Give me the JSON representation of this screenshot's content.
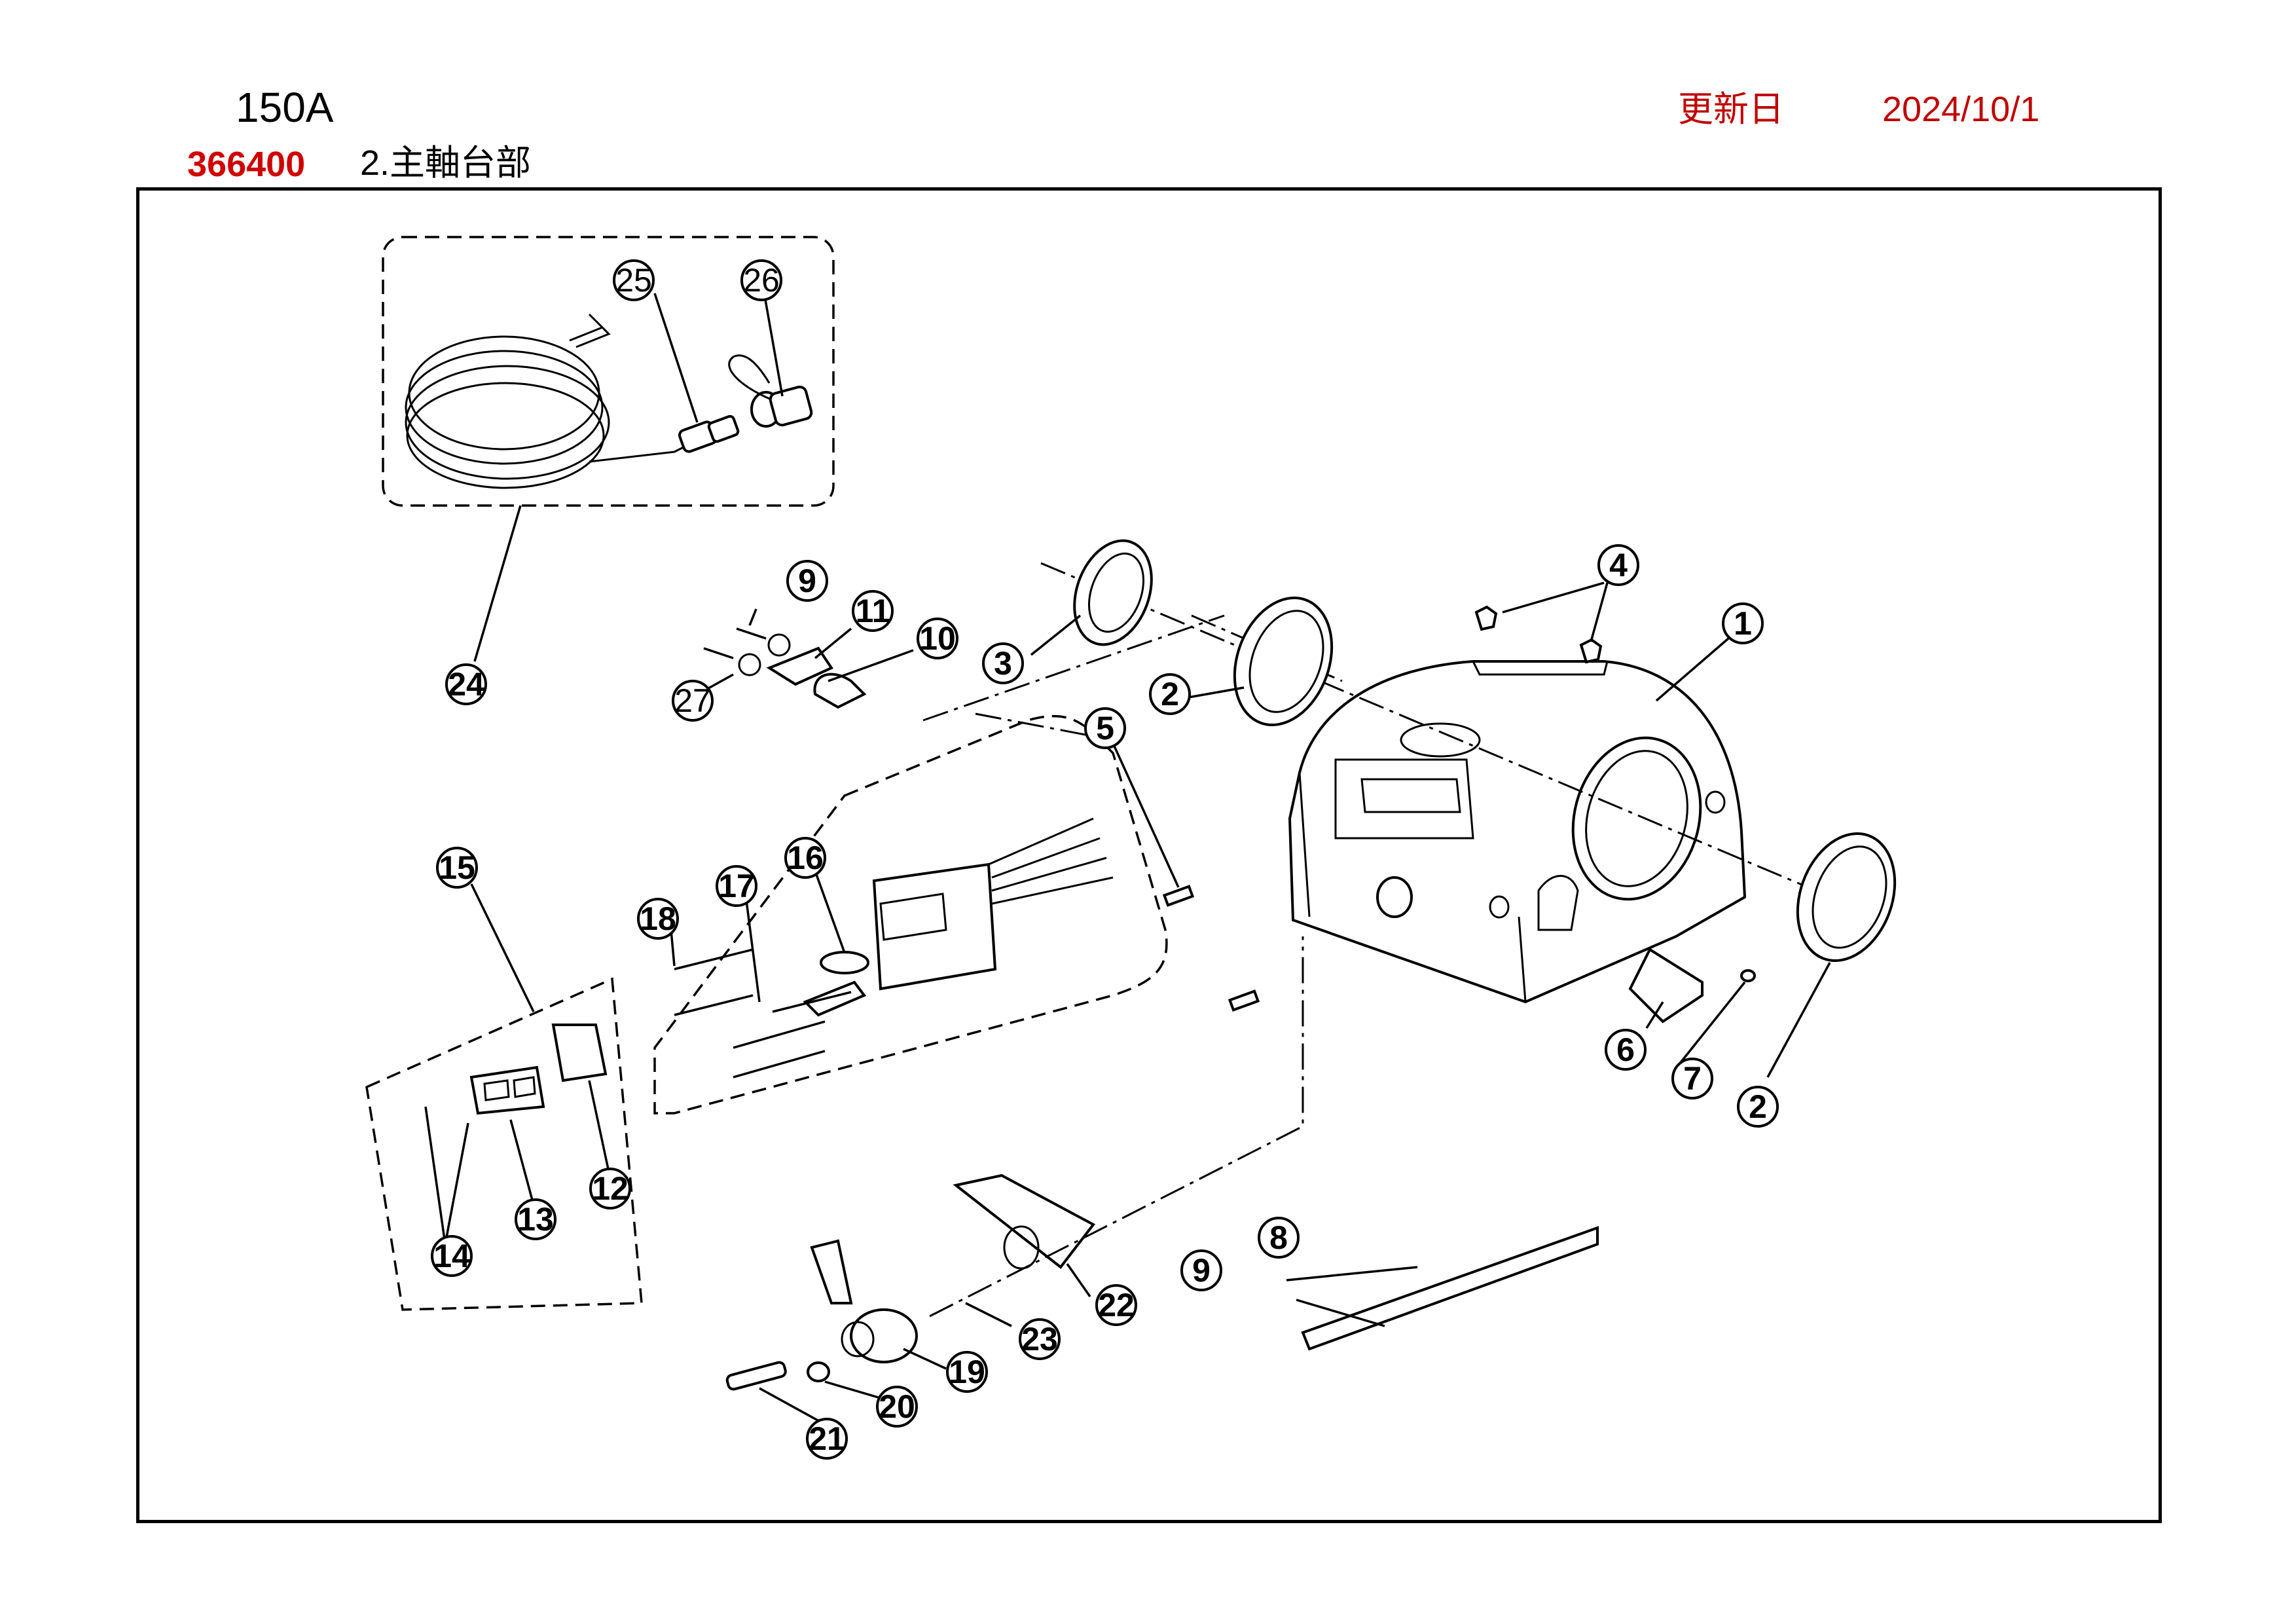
{
  "header": {
    "model": "150A",
    "updated_label": "更新日",
    "updated_date": "2024/10/1",
    "part_number": "366400",
    "section_title": "2.主軸台部"
  },
  "diagram": {
    "callouts": [
      "1",
      "2",
      "3",
      "4",
      "5",
      "6",
      "7",
      "8",
      "9",
      "10",
      "11",
      "12",
      "13",
      "14",
      "15",
      "16",
      "17",
      "18",
      "19",
      "20",
      "21",
      "22",
      "23",
      "24",
      "25",
      "26",
      "27"
    ]
  },
  "colors": {
    "accent_red": "#d00000"
  }
}
